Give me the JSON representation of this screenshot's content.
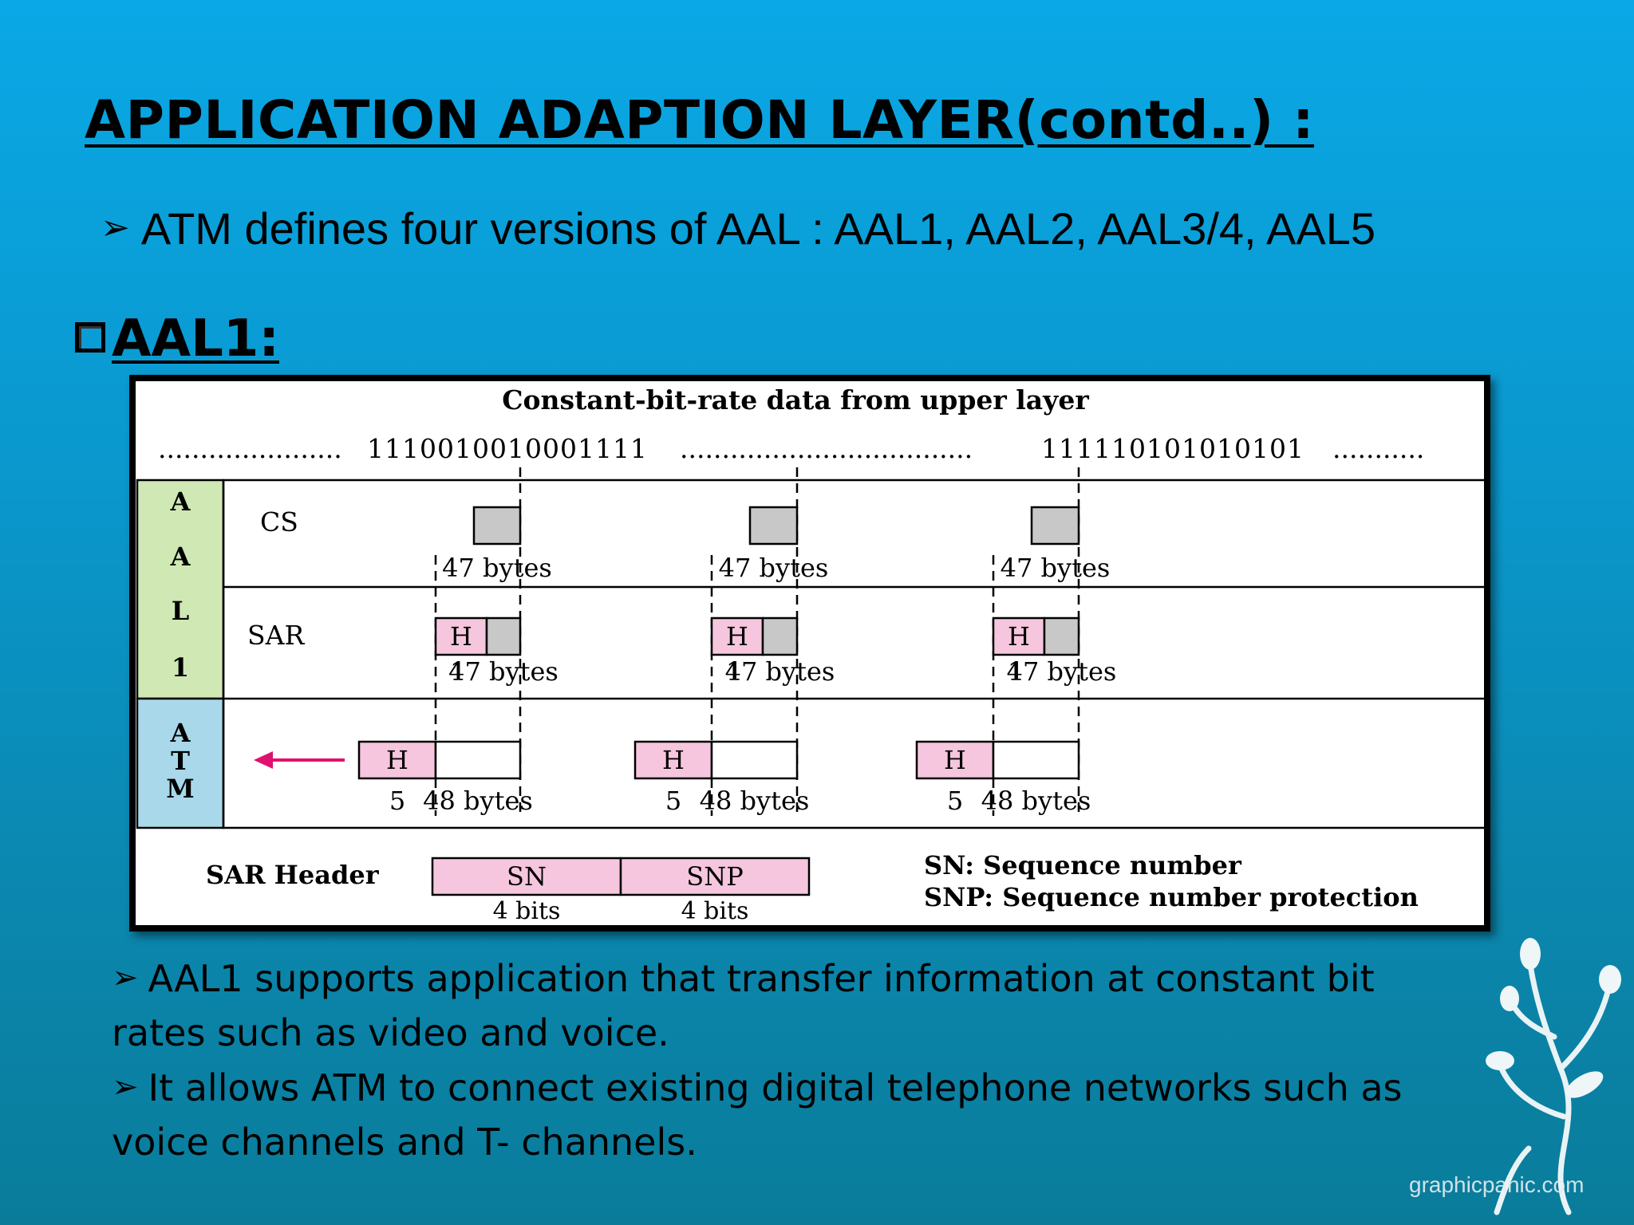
{
  "title": "APPLICATION ADAPTION LAYER(contd..) :",
  "intro": {
    "bullet": "➢",
    "text": "ATM defines four versions of AAL : AAL1, AAL2, AAL3/4, AAL5"
  },
  "section": {
    "heading": "AAL1:"
  },
  "diagram": {
    "header": "Constant-bit-rate data from upper layer",
    "bitstream": {
      "left_dots": "......................",
      "bits1": "1110010010001111",
      "mid_dots": "...................................",
      "bits2": "111110101010101",
      "right_dots": "..........."
    },
    "aal_label": [
      "A",
      "A",
      "L",
      "1"
    ],
    "atm_label": [
      "A",
      "T",
      "M"
    ],
    "cs_label": "CS",
    "sar_label": "SAR",
    "cs_bytes": "47 bytes",
    "sar_h": "H",
    "sar_h_size": "1",
    "sar_bytes": "47 bytes",
    "atm_h": "H",
    "atm_h_size": "5",
    "atm_bytes": "48 bytes",
    "sar_header_label": "SAR Header",
    "sn": "SN",
    "snp": "SNP",
    "sn_bits": "4 bits",
    "snp_bits": "4 bits",
    "sn_legend": "SN: Sequence number",
    "snp_legend": "SNP: Sequence number protection",
    "colors": {
      "aal_band": "#cfe8b4",
      "atm_band": "#a8d8ea",
      "header_pink": "#f6c6de",
      "payload_gray": "#c8c8c8",
      "arrow": "#e0116f"
    }
  },
  "bullets": [
    {
      "bullet": "➢",
      "text": "AAL1 supports application that transfer information at constant bit rates such as video and voice."
    },
    {
      "bullet": "➢",
      "text": "It allows ATM to connect existing digital telephone networks such as voice channels and T- channels."
    }
  ],
  "watermark": "graphicpanic.com"
}
